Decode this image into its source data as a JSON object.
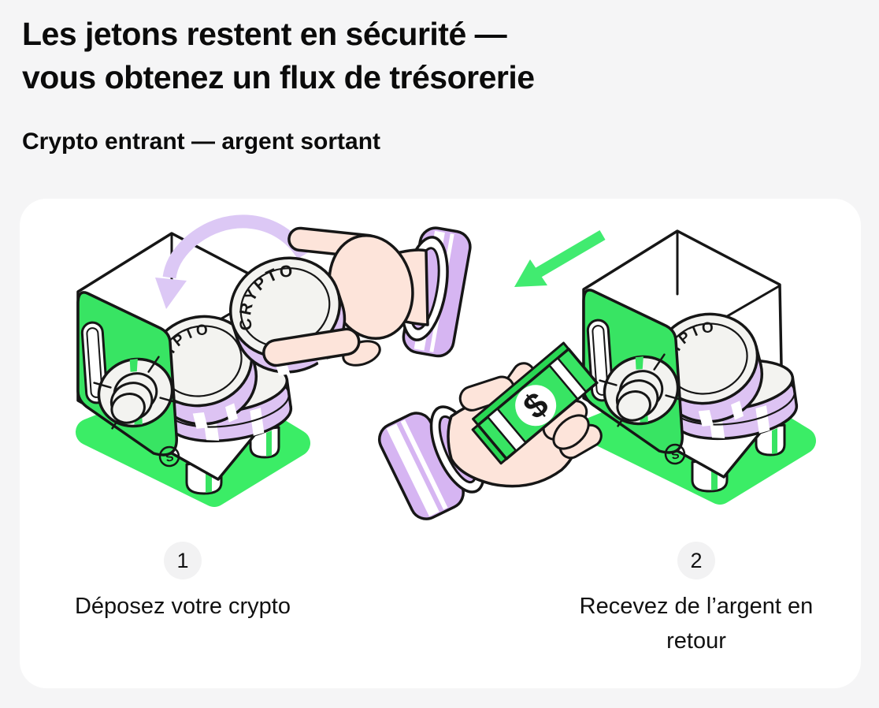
{
  "page": {
    "background": "#F5F5F6"
  },
  "header": {
    "title": "Les jetons restent en sécurité —\nvous obtenez un flux de trésorerie",
    "subtitle": "Crypto entrant — argent sortant"
  },
  "illustration": {
    "coin_label": "CRYPTO",
    "held_coin_label": "CRYPTO",
    "bill_symbol": "$",
    "safe_emblem_letter": "S",
    "colors": {
      "safe_green": "#38E463",
      "glow_green": "#3BED66",
      "arrow_green": "#41EB70",
      "coin_rim_lavender": "#DDC3F3",
      "sleeve_lavender": "#D6B5F2",
      "arc_arrow_purple": "#DCC8F5",
      "skin": "#FDE4DA",
      "outline": "#161616",
      "coin_face": "#F3F3F0",
      "card_bg": "#FFFFFF",
      "badge_bg": "#F2F2F3"
    }
  },
  "steps": [
    {
      "number": "1",
      "label": "Déposez votre crypto"
    },
    {
      "number": "2",
      "label": "Recevez de l’argent en retour"
    }
  ]
}
